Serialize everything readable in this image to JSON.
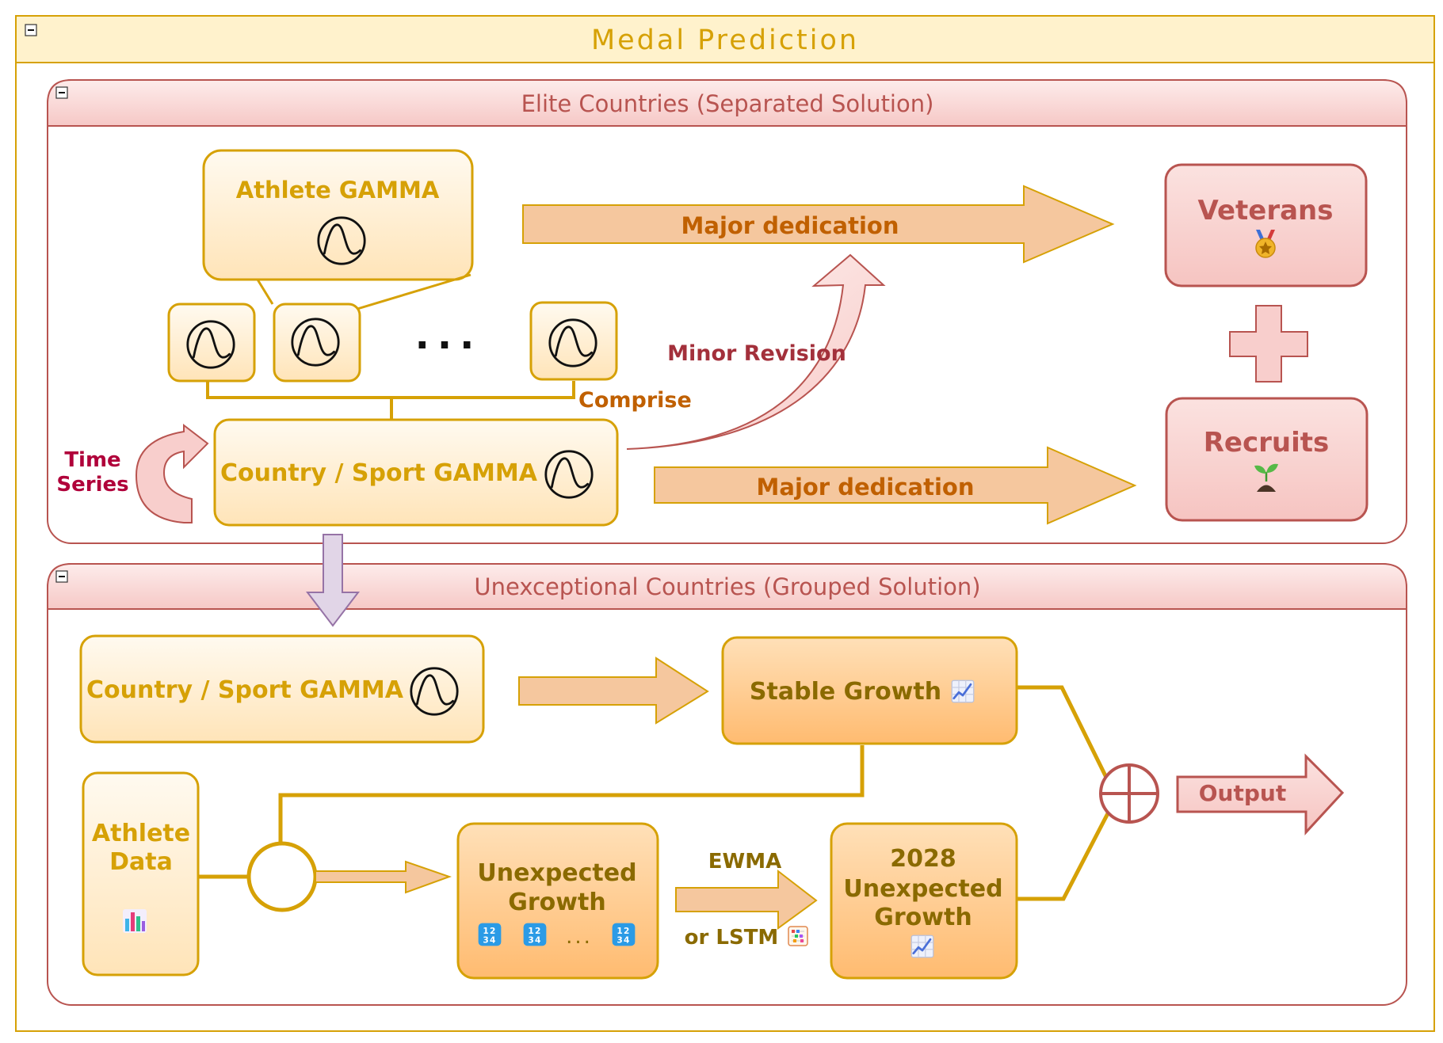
{
  "title": "Medal Prediction",
  "elite": {
    "title": "Elite Countries (Separated Solution)",
    "athlete_gamma": "Athlete GAMMA",
    "ellipsis": "...",
    "comprise": "Comprise",
    "time_series_line1": "Time",
    "time_series_line2": "Series",
    "country_sport_gamma": "Country / Sport GAMMA",
    "major_dedication_top": "Major dedication",
    "major_dedication_bottom": "Major dedication",
    "minor_revision": "Minor Revision",
    "veterans": "Veterans",
    "recruits": "Recruits"
  },
  "unexceptional": {
    "title": "Unexceptional Countries (Grouped Solution)",
    "country_sport_gamma": "Country / Sport GAMMA",
    "stable_growth": "Stable Growth",
    "athlete_data_line1": "Athlete",
    "athlete_data_line2": "Data",
    "unexpected_growth_line1": "Unexpected",
    "unexpected_growth_line2": "Growth",
    "digits_ellipsis": "...",
    "ewma": "EWMA",
    "or_lstm": "or LSTM",
    "result_line1": "2028",
    "result_line2": "Unexpected",
    "result_line3": "Growth",
    "output": "Output"
  },
  "icons": {
    "gamma": "gamma-curve-icon",
    "medal": "medal-icon",
    "sprout": "sprout-icon",
    "chart": "line-chart-icon",
    "bar": "bar-chart-icon",
    "numbers": "number-block-icon",
    "abacus": "abacus-icon",
    "collapse": "collapse-icon"
  },
  "colors": {
    "gold": "#d6a106",
    "gold_text": "#c99700",
    "orange_text": "#c06000",
    "red_text": "#b85450",
    "crimson_text": "#b0003a",
    "pink_fill": "#f8cecc",
    "arrow_fill": "#f5c79e",
    "lavender": "#e1d5e7"
  }
}
